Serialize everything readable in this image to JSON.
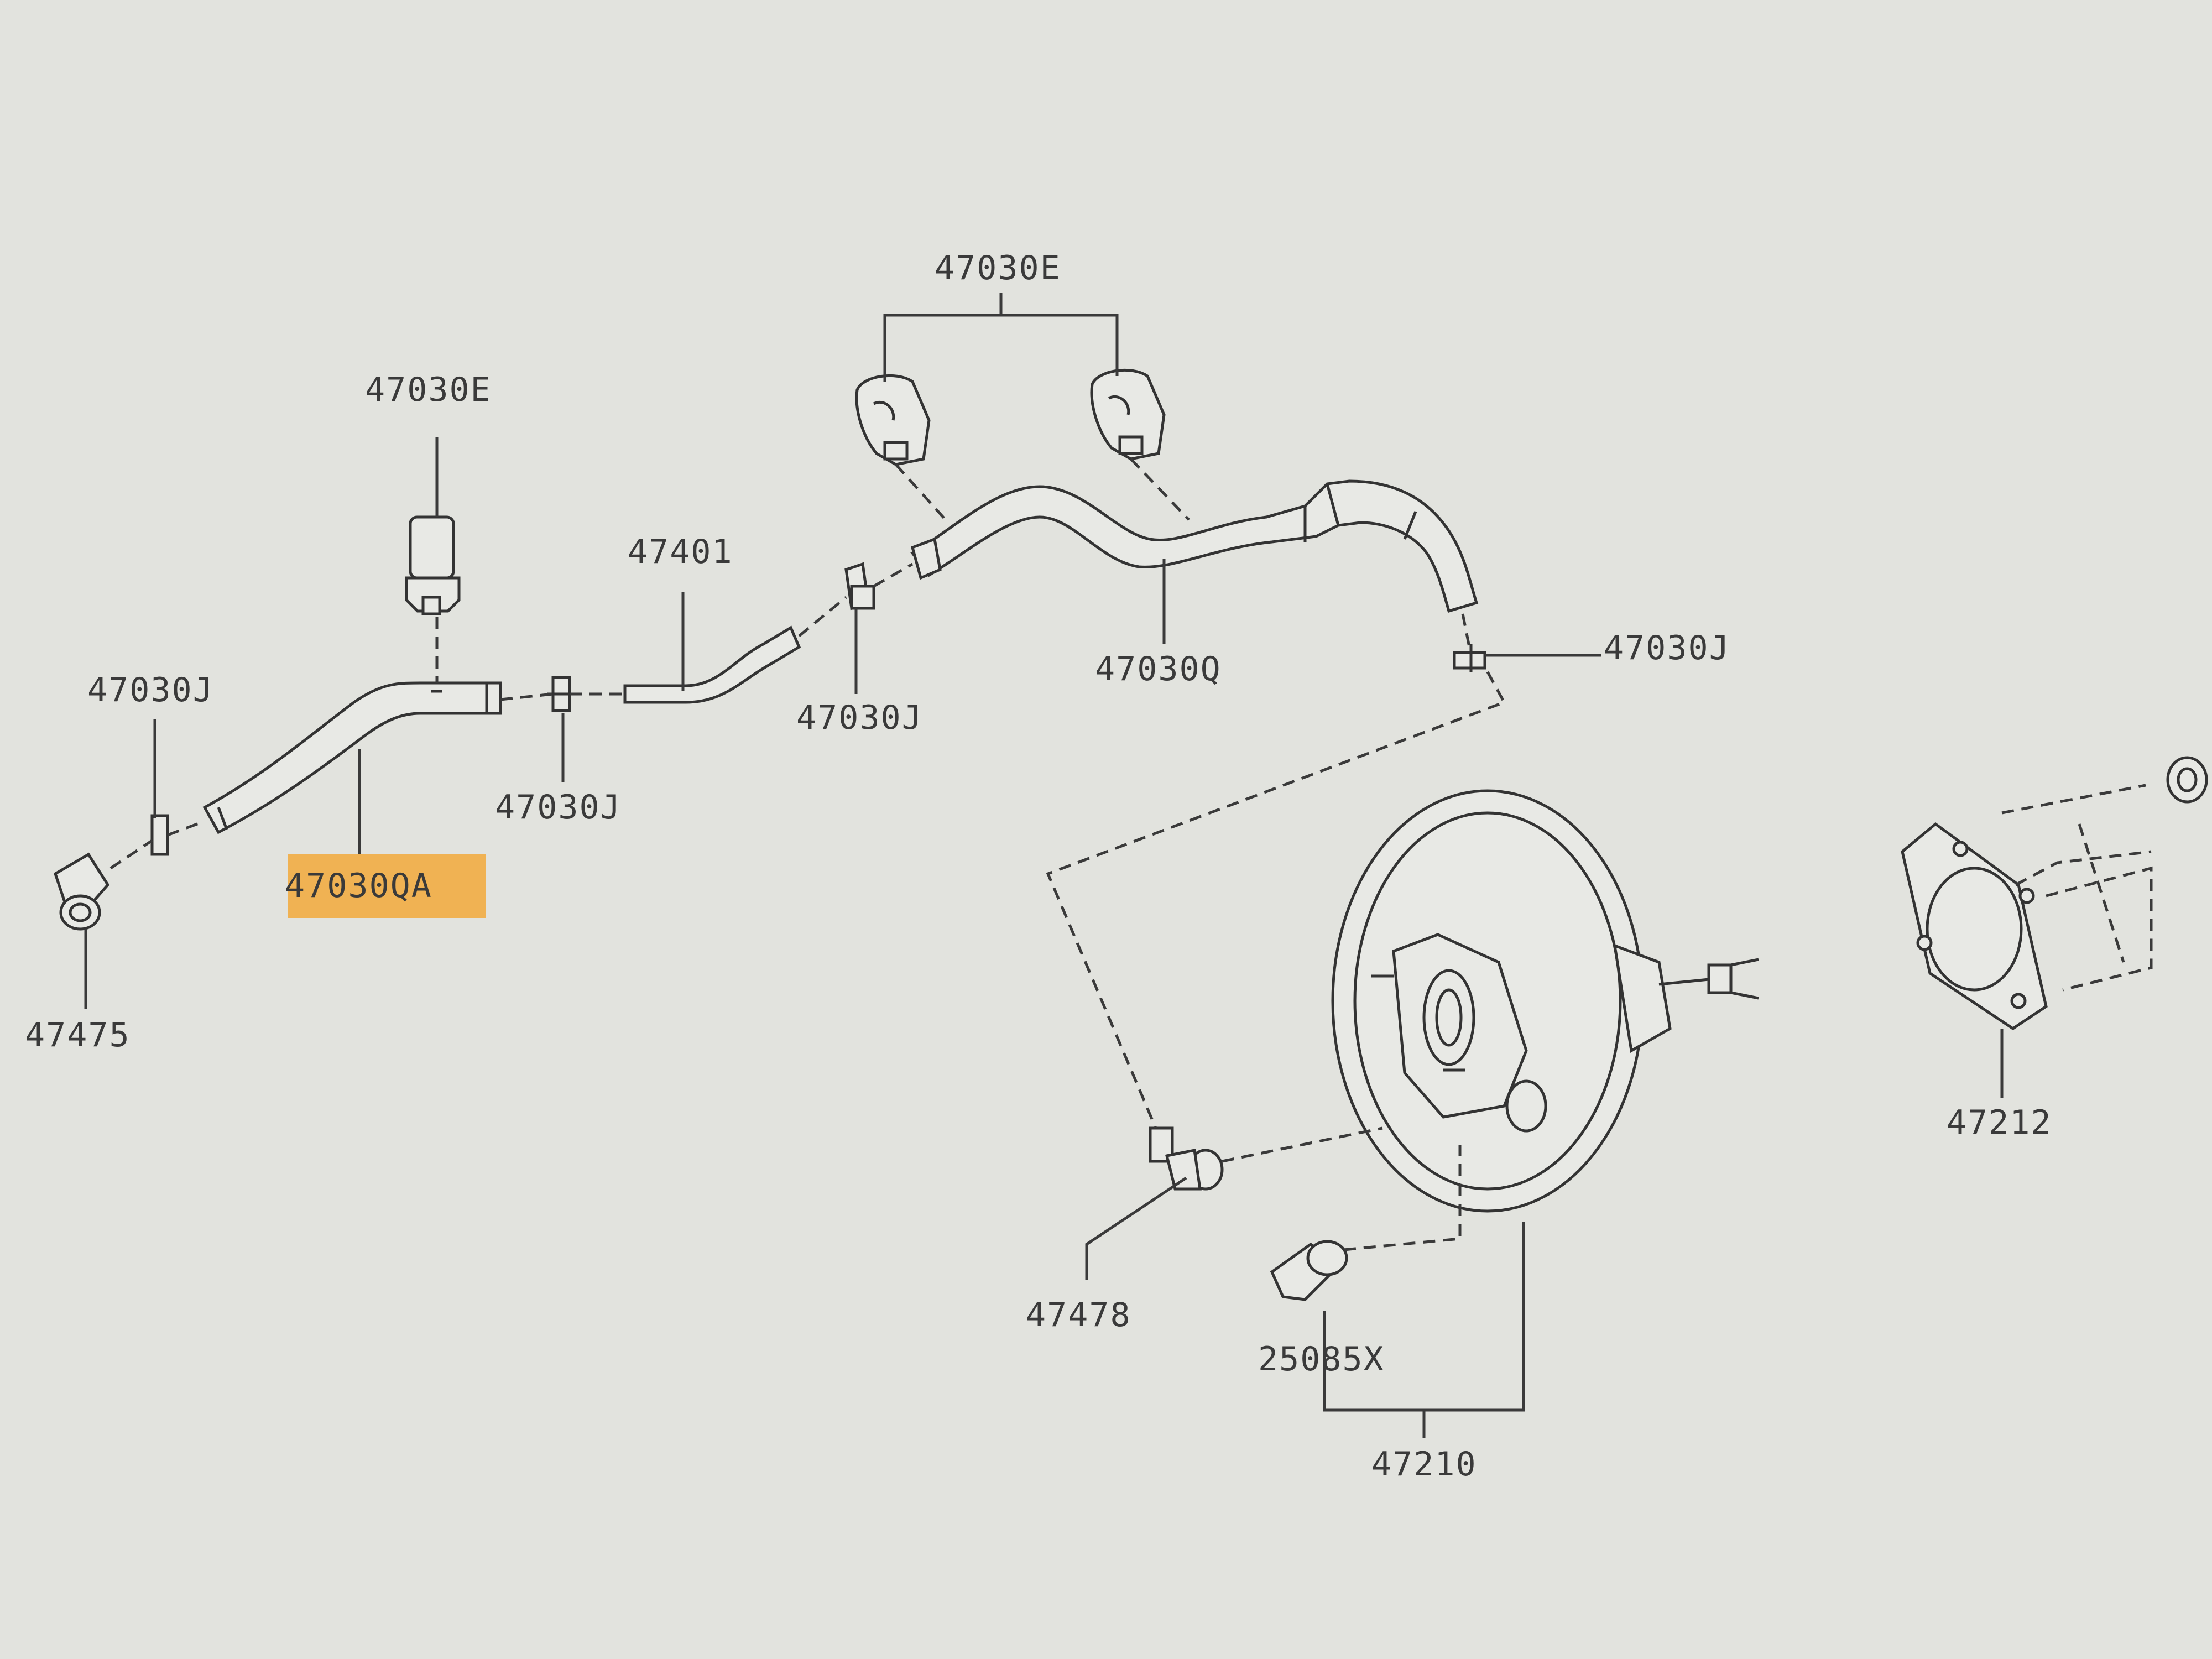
{
  "colors": {
    "background": "#e2e3de",
    "line": "#3a3a3a",
    "highlight": "#f2a93b"
  },
  "labels": {
    "l_47030E_top": "47030E",
    "l_47030E_left": "47030E",
    "l_47401": "47401",
    "l_47030J_left": "47030J",
    "l_47030J_mid": "47030J",
    "l_47030J_center": "47030J",
    "l_47030J_right": "47030J",
    "l_47030Q": "47030Q",
    "l_47030QA": "47030QA",
    "l_47475": "47475",
    "l_47478": "47478",
    "l_25085X": "25085X",
    "l_47210": "47210",
    "l_47212": "47212"
  }
}
